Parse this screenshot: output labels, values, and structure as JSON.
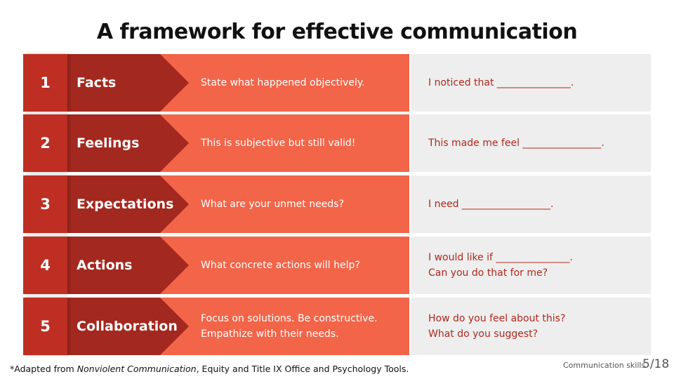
{
  "title": "A framework for effective communication",
  "rows": [
    {
      "num": "1",
      "title": "Facts",
      "desc": "State what happened objectively.",
      "template": "I noticed that _______________."
    },
    {
      "num": "2",
      "title": "Feelings",
      "desc": "This is subjective but still valid!",
      "template": "This made me feel ________________."
    },
    {
      "num": "3",
      "title": "Expectations",
      "desc": "What are your unmet needs?",
      "template": "I need __________________."
    },
    {
      "num": "4",
      "title": "Actions",
      "desc": "What concrete actions will help?",
      "template": "I would like if _______________.\nCan you do that for me?"
    },
    {
      "num": "5",
      "title": "Collaboration",
      "desc": "Focus on solutions. Be constructive. Empathize with their needs.",
      "template": "How do you feel about this?\nWhat do you suggest?"
    }
  ],
  "footnote": {
    "prefix": "*Adapted from ",
    "italic": "Nonviolent Communication",
    "suffix": ", Equity and Title IX Office and Psychology Tools."
  },
  "course": "Communication skills",
  "page": "5/18",
  "colors": {
    "number": "#BE2E22",
    "dark": "#A3281F",
    "orange": "#F26549",
    "gray": "#EEEEEE",
    "text_red": "#B0281E"
  }
}
